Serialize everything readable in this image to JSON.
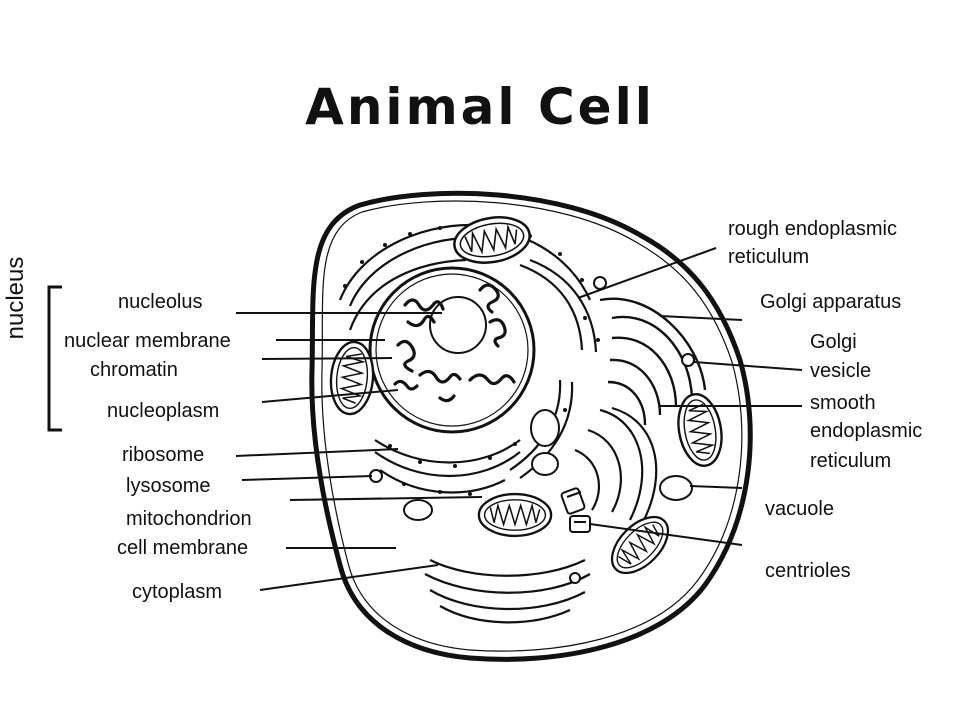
{
  "title": "Animal Cell",
  "group_label": "nucleus",
  "labels": {
    "nucleolus": "nucleolus",
    "nuclear_membrane": "nuclear membrane",
    "chromatin": "chromatin",
    "nucleoplasm": "nucleoplasm",
    "ribosome": "ribosome",
    "lysosome": "lysosome",
    "mitochondrion": "mitochondrion",
    "cell_membrane": "cell membrane",
    "cytoplasm": "cytoplasm",
    "rough_er_1": "rough endoplasmic",
    "rough_er_2": "reticulum",
    "golgi_apparatus": "Golgi apparatus",
    "golgi_vesicle_1": "Golgi",
    "golgi_vesicle_2": "vesicle",
    "smooth_er_1": "smooth",
    "smooth_er_2": "endoplasmic",
    "smooth_er_3": "reticulum",
    "vacuole": "vacuole",
    "centrioles": "centrioles"
  }
}
